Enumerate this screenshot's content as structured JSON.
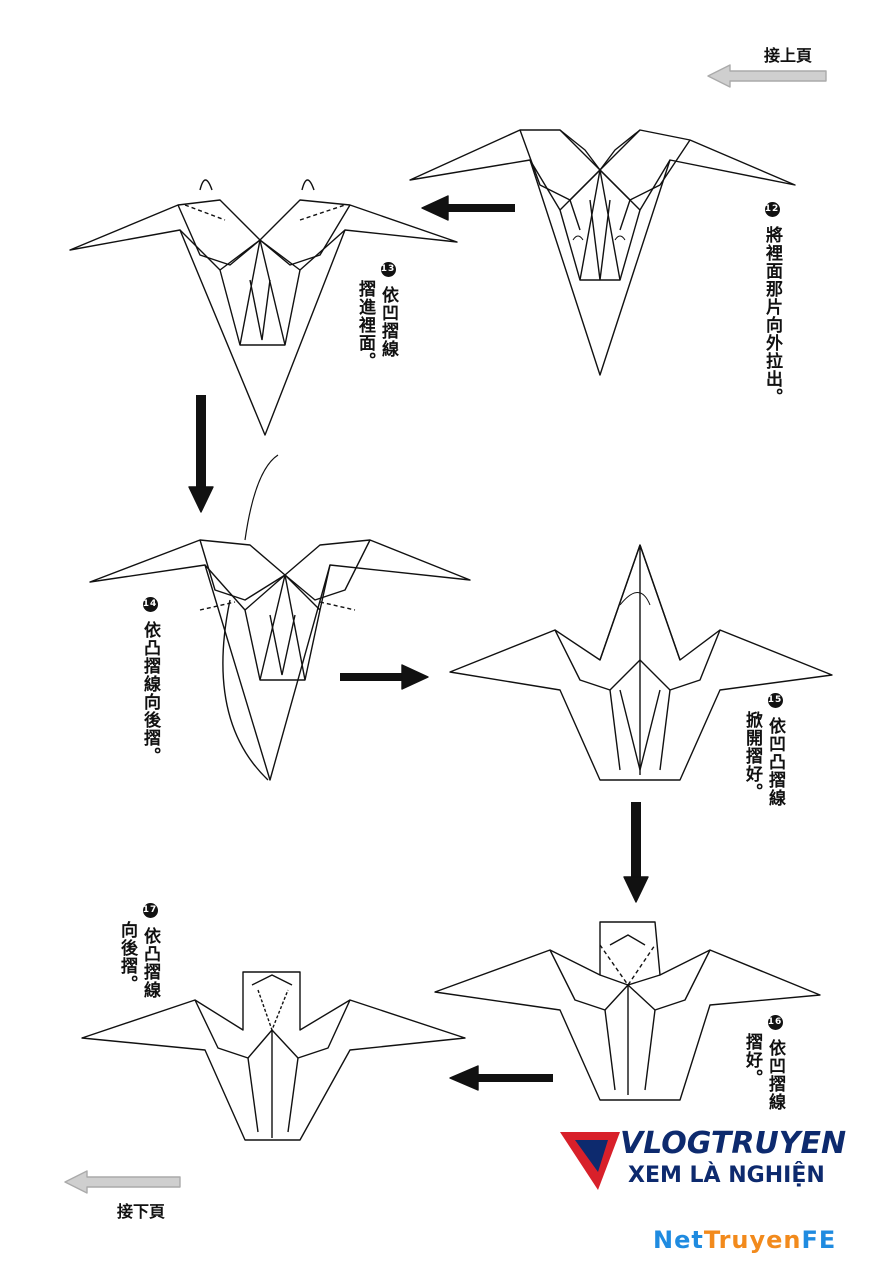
{
  "nav": {
    "prev_page": "接上頁",
    "next_page": "接下頁"
  },
  "steps": [
    {
      "num": "12",
      "text": "將裡面那片向外拉出。"
    },
    {
      "num": "13",
      "text_cols": [
        "依凹摺線",
        "摺進裡面。"
      ]
    },
    {
      "num": "14",
      "text": "依凸摺線向後摺。"
    },
    {
      "num": "15",
      "text_cols": [
        "依凹凸摺線",
        "掀開摺好。"
      ]
    },
    {
      "num": "16",
      "text_cols": [
        "依凹摺線",
        "摺好。"
      ]
    },
    {
      "num": "17",
      "text_cols": [
        "依凸摺線",
        "向後摺。"
      ]
    }
  ],
  "watermarks": {
    "vlog_line1": "VLOGTRUYEN",
    "vlog_line2": "XEM LÀ NGHIỆN",
    "net_a": "Net",
    "net_b": "Truyen",
    "net_c": "FE"
  },
  "colors": {
    "ink": "#111111",
    "brand_blue": "#0d2a6e",
    "brand_red": "#d8202a",
    "net_blue": "#1f8be0",
    "net_orange": "#f28a1c"
  }
}
